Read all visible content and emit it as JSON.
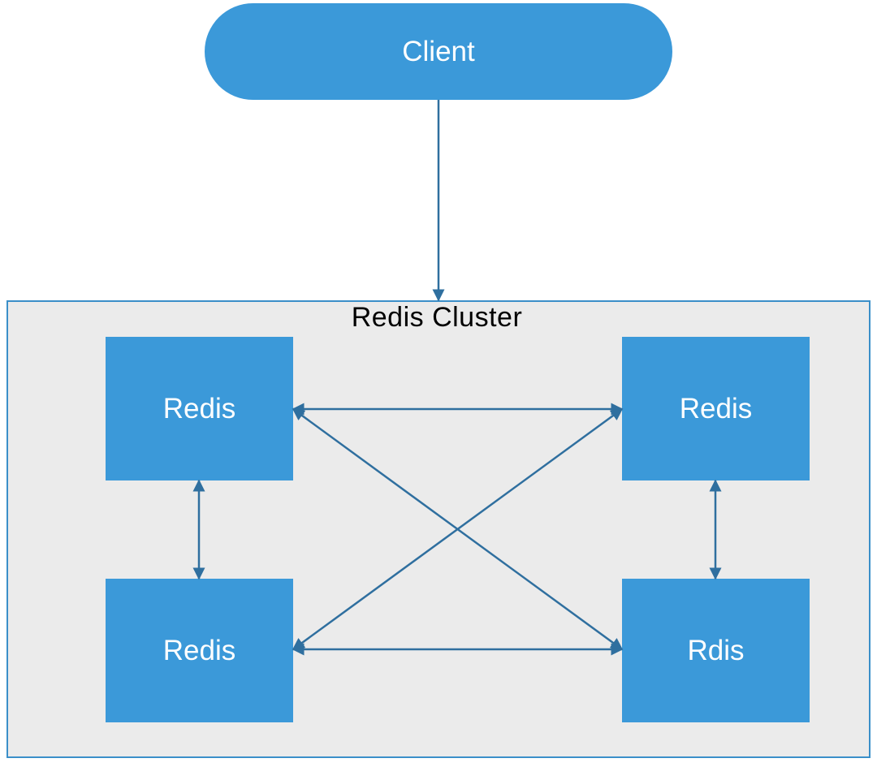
{
  "client": {
    "label": "Client"
  },
  "cluster": {
    "title": "Redis Cluster"
  },
  "nodes": {
    "top_left": "Redis",
    "top_right": "Redis",
    "bottom_left": "Redis",
    "bottom_right": "Rdis"
  },
  "colors": {
    "node_fill": "#3b99d9",
    "cluster_background": "#ebebeb",
    "cluster_border": "#3b8fc9",
    "connector": "#2f6f9f",
    "label_text": "#ffffff"
  }
}
